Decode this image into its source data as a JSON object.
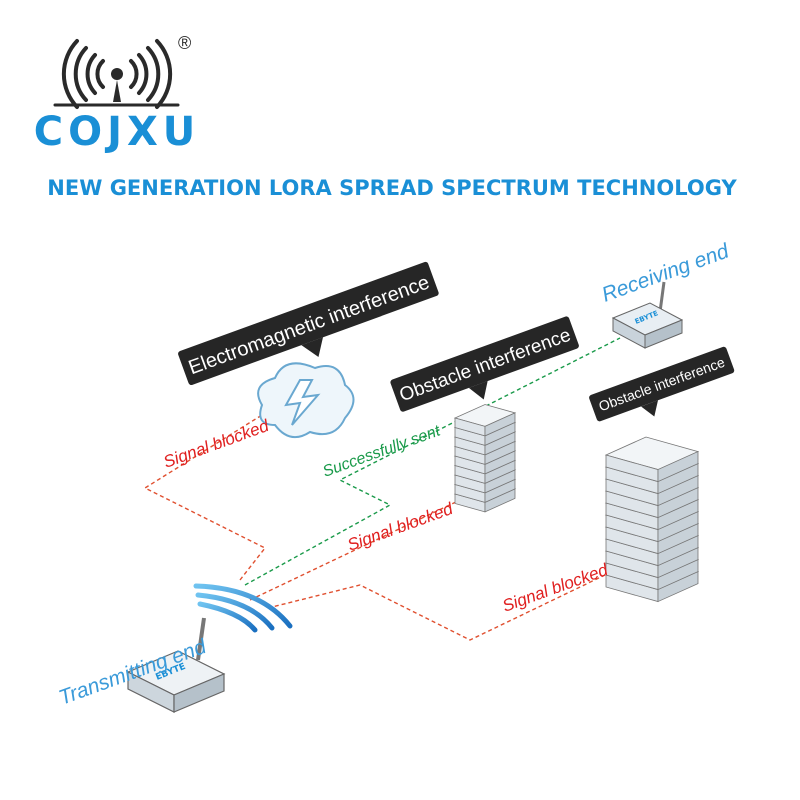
{
  "brand": {
    "name": "COJXU",
    "registered_mark": "®",
    "logo_icon": "wireless-antenna-icon",
    "color": "#1a8fd6"
  },
  "headline": "NEW GENERATION LORA SPREAD SPECTRUM TECHNOLOGY",
  "callouts": {
    "electromagnetic": "Electromagnetic interference",
    "obstacle_1": "Obstacle interference",
    "obstacle_2": "Obstacle interference"
  },
  "labels": {
    "receiving_end": "Receiving end",
    "transmitting_end": "Transmitting end",
    "signal_blocked_1": "Signal blocked",
    "signal_blocked_2": "Signal blocked",
    "signal_blocked_3": "Signal blocked",
    "successfully_sent": "Successfully sent"
  },
  "devices": {
    "module_brand": "EBYTE"
  },
  "colors": {
    "accent_blue": "#1a8fd6",
    "label_blue": "#3a9ad9",
    "blocked_red": "#e02020",
    "success_green": "#1a9a4a",
    "callout_bg": "#262626",
    "callout_text": "#ffffff"
  }
}
